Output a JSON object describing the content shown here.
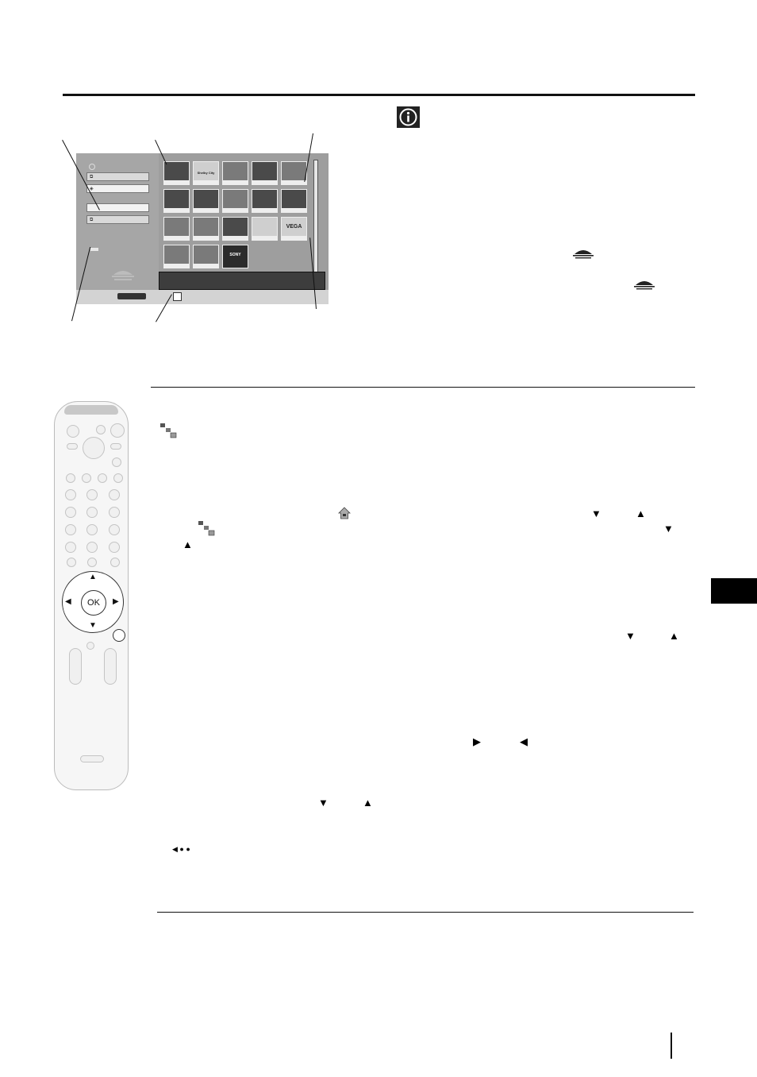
{
  "document": {
    "info_icon": "info-icon",
    "tv_screen": {
      "logo_text": "Shelby City",
      "vega_label": "VEGA",
      "sony_label": "SONY",
      "menu_items": [
        "",
        "",
        "",
        ""
      ]
    }
  },
  "icons": {
    "down": "down-arrow-icon",
    "up": "up-arrow-icon",
    "right": "right-arrow-icon",
    "left": "left-arrow-icon",
    "memory_stick": "memory-stick-icon",
    "home": "home-icon",
    "thumbnails": "thumbnail-icon"
  },
  "remote": {
    "ok_label": "OK"
  },
  "colors": {
    "ink": "#111111",
    "tab": "#000000",
    "screen": "#9e9e9e"
  }
}
